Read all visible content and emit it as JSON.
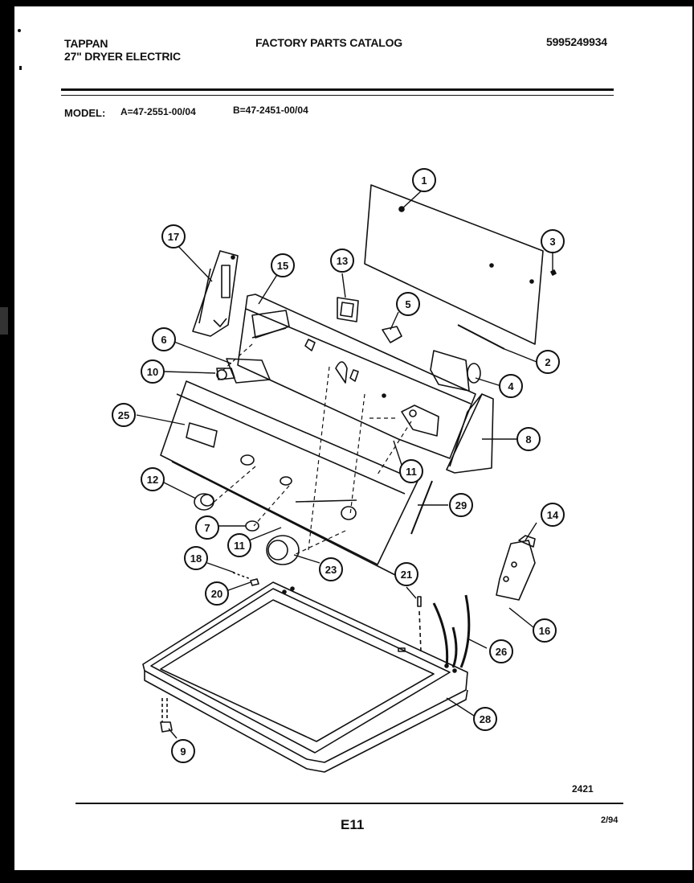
{
  "header": {
    "brand": "TAPPAN",
    "product": "27\" DRYER ELECTRIC",
    "catalog_title": "FACTORY PARTS CATALOG",
    "catalog_number": "5995249934"
  },
  "models": {
    "label": "MODEL:",
    "model_a": "A=47-2551-00/04",
    "model_b": "B=47-2451-00/04"
  },
  "diagram": {
    "callouts": [
      "1",
      "2",
      "3",
      "4",
      "5",
      "6",
      "7",
      "8",
      "9",
      "10",
      "11",
      "11",
      "12",
      "13",
      "14",
      "15",
      "16",
      "17",
      "18",
      "20",
      "21",
      "23",
      "25",
      "26",
      "28",
      "29"
    ],
    "drawing_number": "2421"
  },
  "footer": {
    "page": "E11",
    "date": "2/94"
  }
}
